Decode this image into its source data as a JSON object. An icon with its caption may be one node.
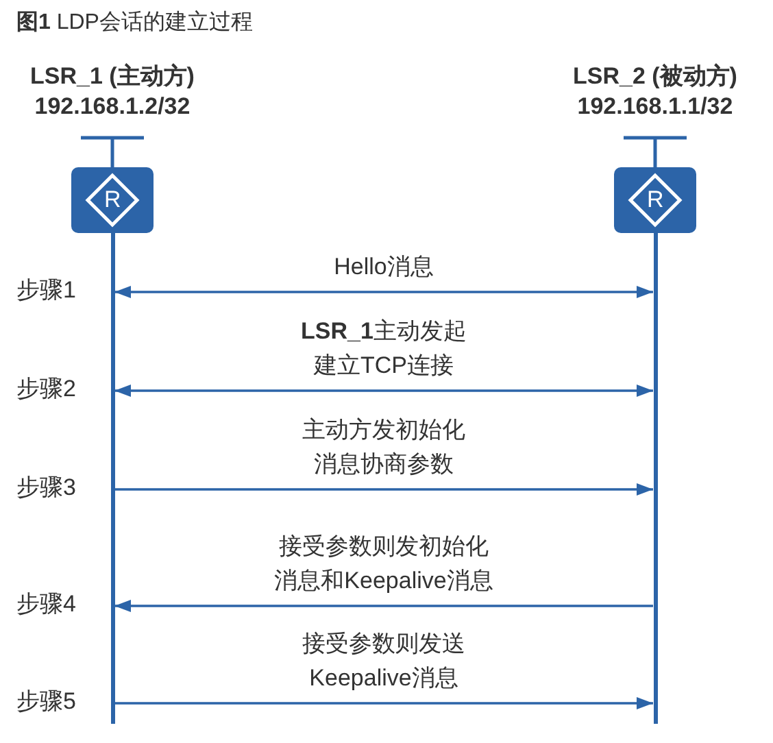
{
  "diagram": {
    "title": "**图1** LDP会话的建立过程",
    "nodes": [
      {
        "text": [
          "LSR_1 (主动方)",
          "192.168.1.2/32",
          "R"
        ]
      },
      {
        "text": [
          "LSR_2 (被动方)",
          "192.168.1.1/32",
          "R"
        ]
      },
      {
        "text": [],
        "shape": "bar"
      },
      {
        "text": [],
        "shape": "bar"
      }
    ],
    "edges": [
      {
        "from": 2,
        "to": 3,
        "arrow": "both",
        "label": "Hello消息"
      },
      {
        "from": 2,
        "to": 3,
        "arrow": "both",
        "label": "**LSR_1**主动发起建立TCP连接"
      },
      {
        "from": 2,
        "to": 3,
        "arrow": "to",
        "label": "主动方发初始化消息协商参数"
      },
      {
        "from": 3,
        "to": 2,
        "arrow": "to",
        "label": "接受参数则发初始化消息和Keepalive消息"
      },
      {
        "from": 2,
        "to": 3,
        "arrow": "to",
        "label": "接受参数则发送Keepalive消息"
      }
    ],
    "labels": [
      "步骤1",
      "步骤2",
      "步骤3",
      "步骤4",
      "步骤5"
    ]
  }
}
